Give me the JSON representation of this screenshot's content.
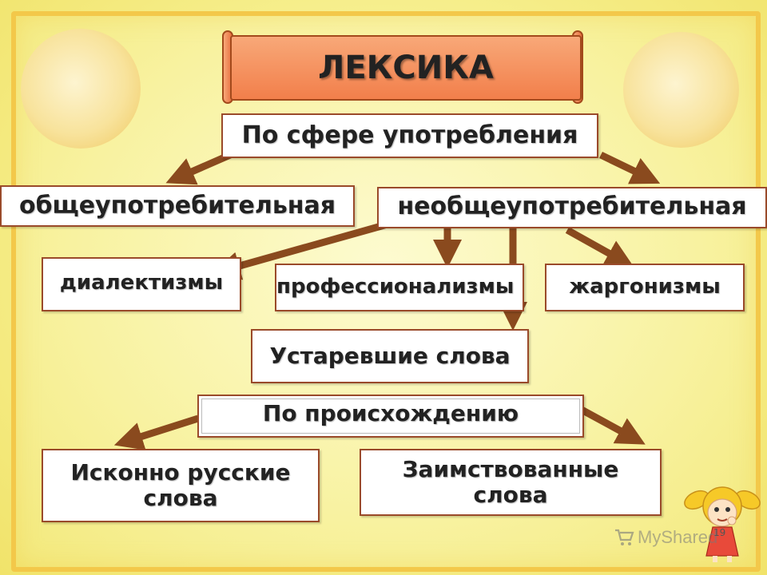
{
  "diagram": {
    "title": "ЛЕКСИКА",
    "criterion_usage": "По сфере употребления",
    "common": "общеупотребительная",
    "uncommon": "необщеупотребительная",
    "dialect": "диалектизмы",
    "professional": "профессионализмы",
    "jargon": "жаргонизмы",
    "obsolete": "Устаревшие слова",
    "criterion_origin": "По происхождению",
    "native": "Исконно русские слова",
    "borrowed": "Заимствованные слова"
  },
  "footer": {
    "watermark": "MyShared",
    "page_number": "19"
  },
  "colors": {
    "arrow": "#8a4a1e",
    "title_fill": "#f27f4b",
    "box_border": "#9a4a2a"
  }
}
